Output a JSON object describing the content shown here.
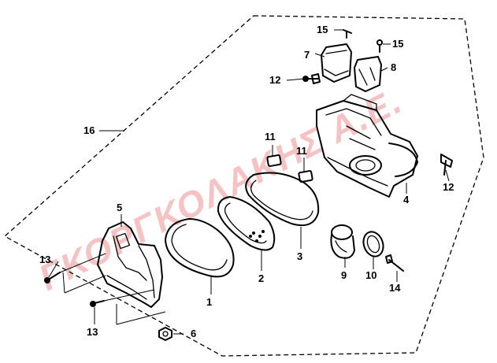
{
  "watermark": {
    "text": "ΓΚΟΡΓΚΟΛΑΚΗΣ Α.Ε.",
    "color": "#dc2828"
  },
  "callouts": {
    "c1": "1",
    "c2": "2",
    "c3": "3",
    "c4": "4",
    "c5": "5",
    "c6": "6",
    "c7": "7",
    "c8": "8",
    "c9": "9",
    "c10": "10",
    "c11a": "11",
    "c11b": "11",
    "c12a": "12",
    "c12b": "12",
    "c13a": "13",
    "c13b": "13",
    "c14": "14",
    "c15a": "15",
    "c15b": "15",
    "c16": "16"
  }
}
